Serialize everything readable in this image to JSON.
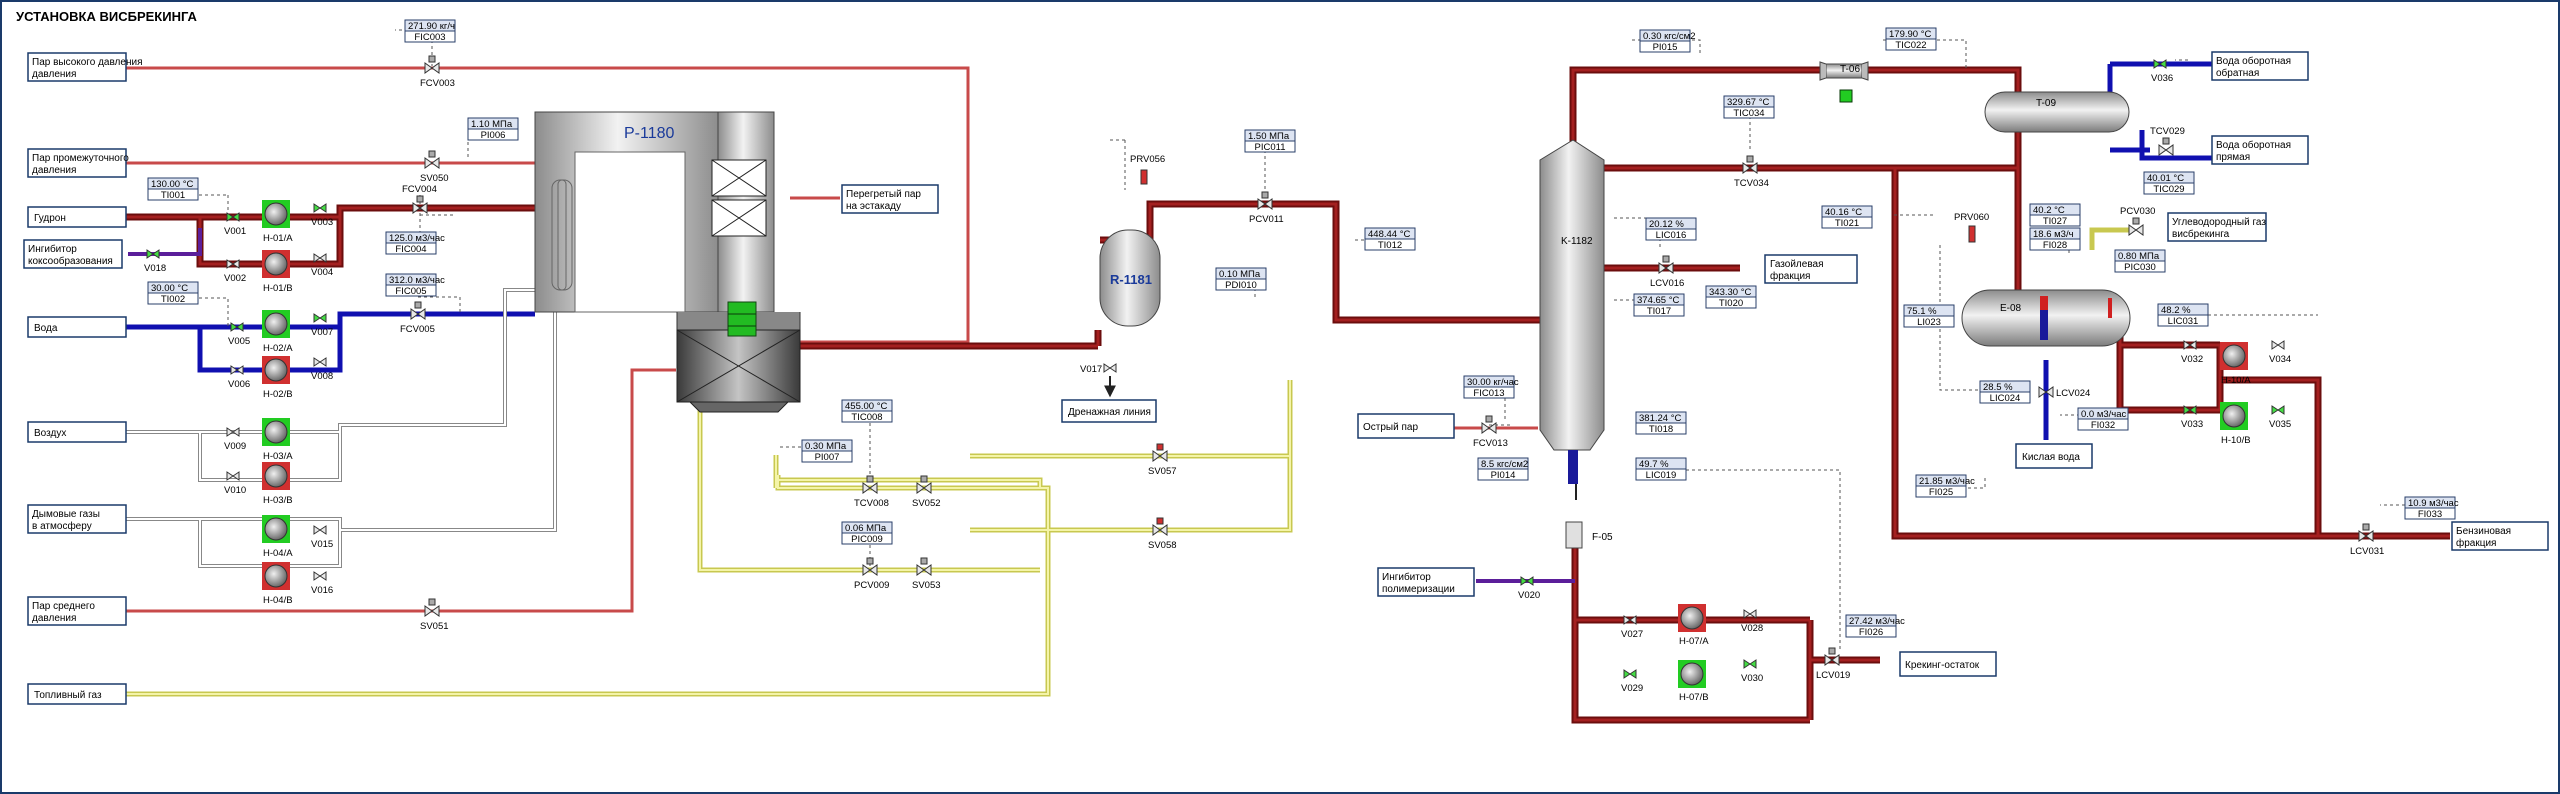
{
  "title": "УСТАНОВКА ВИСБРЕКИНГА",
  "colors": {
    "pipe_hot": "#6b0d0d",
    "pipe_steam": "#c84a4a",
    "pipe_water": "#1010b0",
    "pipe_fuel": "#c8c850",
    "pipe_air": "#888888",
    "pump_running": "#22cc22",
    "pump_stopped": "#d03030"
  },
  "streams": {
    "hp_steam": "Пар высокого давления",
    "ip_steam_1": "Пар промежуточного",
    "ip_steam_2": "давления",
    "gudron": "Гудрон",
    "inhib_1": "Ингибитор",
    "inhib_2": "коксообразования",
    "water": "Вода",
    "air": "Воздух",
    "flue_1": "Дымовые газы",
    "flue_2": "в атмосферу",
    "mp_steam_1": "Пар среднего",
    "mp_steam_2": "давления",
    "fuel_gas": "Топливный газ",
    "superheated_1": "Перегретый пар",
    "superheated_2": "на эстакаду",
    "drain": "Дренажная линия",
    "gasoil_1": "Газойлевая",
    "gasoil_2": "фракция",
    "strip_steam": "Острый пар",
    "poly_inhib_1": "Ингибитор",
    "poly_inhib_2": "полимеризации",
    "cracking_residue": "Крекинг-остаток",
    "cw_return_1": "Вода оборотная",
    "cw_return_2": "обратная",
    "cw_supply_1": "Вода оборотная",
    "cw_supply_2": "прямая",
    "hc_gas_1": "Углеводородный газ",
    "hc_gas_2": "висбрекинга",
    "sour_water": "Кислая вода",
    "naphtha_1": "Бензиновая",
    "naphtha_2": "фракция"
  },
  "equipment": {
    "furnace": "P-1180",
    "reactor": "R-1181",
    "column": "K-1182",
    "hx_t06": "T-06",
    "hx_t09": "T-09",
    "sep_e08": "E-08",
    "filter_f05": "F-05"
  },
  "tags": {
    "FIC003": {
      "value": "271.90 кг/ч",
      "id": "FIC003"
    },
    "PI006": {
      "value": "1.10 МПа",
      "id": "PI006"
    },
    "TI001": {
      "value": "130.00 °C",
      "id": "TI001"
    },
    "FIC004": {
      "value": "125.0 м3/час",
      "id": "FIC004"
    },
    "FIC005": {
      "value": "312.0 м3/час",
      "id": "FIC005"
    },
    "TI002": {
      "value": "30.00 °C",
      "id": "TI002"
    },
    "TIC008": {
      "value": "455.00 °C",
      "id": "TIC008"
    },
    "PI007": {
      "value": "0.30 МПа",
      "id": "PI007"
    },
    "PIC009": {
      "value": "0.06 МПа",
      "id": "PIC009"
    },
    "PIC011": {
      "value": "1.50 МПа",
      "id": "PIC011"
    },
    "PDI010": {
      "value": "0.10 МПа",
      "id": "PDI010"
    },
    "TI012": {
      "value": "448.44 °C",
      "id": "TI012"
    },
    "PI015": {
      "value": "0.30 кгс/см2",
      "id": "PI015"
    },
    "TIC034": {
      "value": "329.67 °C",
      "id": "TIC034"
    },
    "LIC016": {
      "value": "20.12 %",
      "id": "LIC016"
    },
    "TI017": {
      "value": "374.65 °C",
      "id": "TI017"
    },
    "TI020": {
      "value": "343.30 °C",
      "id": "TI020"
    },
    "FIC013": {
      "value": "30.00 кг/час",
      "id": "FIC013"
    },
    "TI018": {
      "value": "381.24 °C",
      "id": "TI018"
    },
    "PI014": {
      "value": "8.5 кгс/см2",
      "id": "PI014"
    },
    "LIC019": {
      "value": "49.7 %",
      "id": "LIC019"
    },
    "FI026": {
      "value": "27.42 м3/час",
      "id": "FI026"
    },
    "FI025": {
      "value": "21.85 м3/час",
      "id": "FI025"
    },
    "TIC022": {
      "value": "179.90 °C",
      "id": "TIC022"
    },
    "TIC029": {
      "value": "40.01 °C",
      "id": "TIC029"
    },
    "TI021": {
      "value": "40.16 °C",
      "id": "TI021"
    },
    "TI027": {
      "value": "40.2 °C",
      "id": "TI027"
    },
    "FI028": {
      "value": "18.6 м3/ч",
      "id": "FI028"
    },
    "PIC030": {
      "value": "0.80 МПа",
      "id": "PIC030"
    },
    "LI023": {
      "value": "75.1 %",
      "id": "LI023"
    },
    "LIC024": {
      "value": "28.5 %",
      "id": "LIC024"
    },
    "FI032": {
      "value": "0.0 м3/час",
      "id": "FI032"
    },
    "LIC031": {
      "value": "48.2 %",
      "id": "LIC031"
    },
    "FI033": {
      "value": "10.9 м3/час",
      "id": "FI033"
    }
  },
  "valves": {
    "FCV003": "FCV003",
    "SV050": "SV050",
    "FCV004": "FCV004",
    "FCV005": "FCV005",
    "V001": "V001",
    "V002": "V002",
    "V003": "V003",
    "V004": "V004",
    "V005": "V005",
    "V006": "V006",
    "V007": "V007",
    "V008": "V008",
    "V009": "V009",
    "V010": "V010",
    "V015": "V015",
    "V016": "V016",
    "V018": "V018",
    "SV051": "SV051",
    "TCV008": "TCV008",
    "SV052": "SV052",
    "PCV009": "PCV009",
    "SV053": "SV053",
    "SV057": "SV057",
    "SV058": "SV058",
    "V017": "V017",
    "PCV011": "PCV011",
    "PRV056": "PRV056",
    "TCV034": "TCV034",
    "LCV016": "LCV016",
    "FCV013": "FCV013",
    "V020": "V020",
    "V027": "V027",
    "V028": "V028",
    "V029": "V029",
    "V030": "V030",
    "LCV019": "LCV019",
    "V036": "V036",
    "TCV029": "TCV029",
    "PCV030": "PCV030",
    "PRV060": "PRV060",
    "LCV024": "LCV024",
    "V032": "V032",
    "V033": "V033",
    "V034": "V034",
    "V035": "V035",
    "LCV031": "LCV031"
  },
  "pumps": {
    "H01A": "H-01/A",
    "H01B": "H-01/B",
    "H02A": "H-02/A",
    "H02B": "H-02/B",
    "H03A": "H-03/A",
    "H03B": "H-03/B",
    "H04A": "H-04/A",
    "H04B": "H-04/B",
    "H07A": "H-07/A",
    "H07B": "H-07/B",
    "H10A": "H-10/A",
    "H10B": "H-10/B"
  },
  "pump_state": {
    "H01A": "running",
    "H01B": "stopped",
    "H02A": "running",
    "H02B": "stopped",
    "H03A": "running",
    "H03B": "stopped",
    "H04A": "running",
    "H04B": "stopped",
    "H07A": "stopped",
    "H07B": "running",
    "H10A": "stopped",
    "H10B": "running"
  }
}
